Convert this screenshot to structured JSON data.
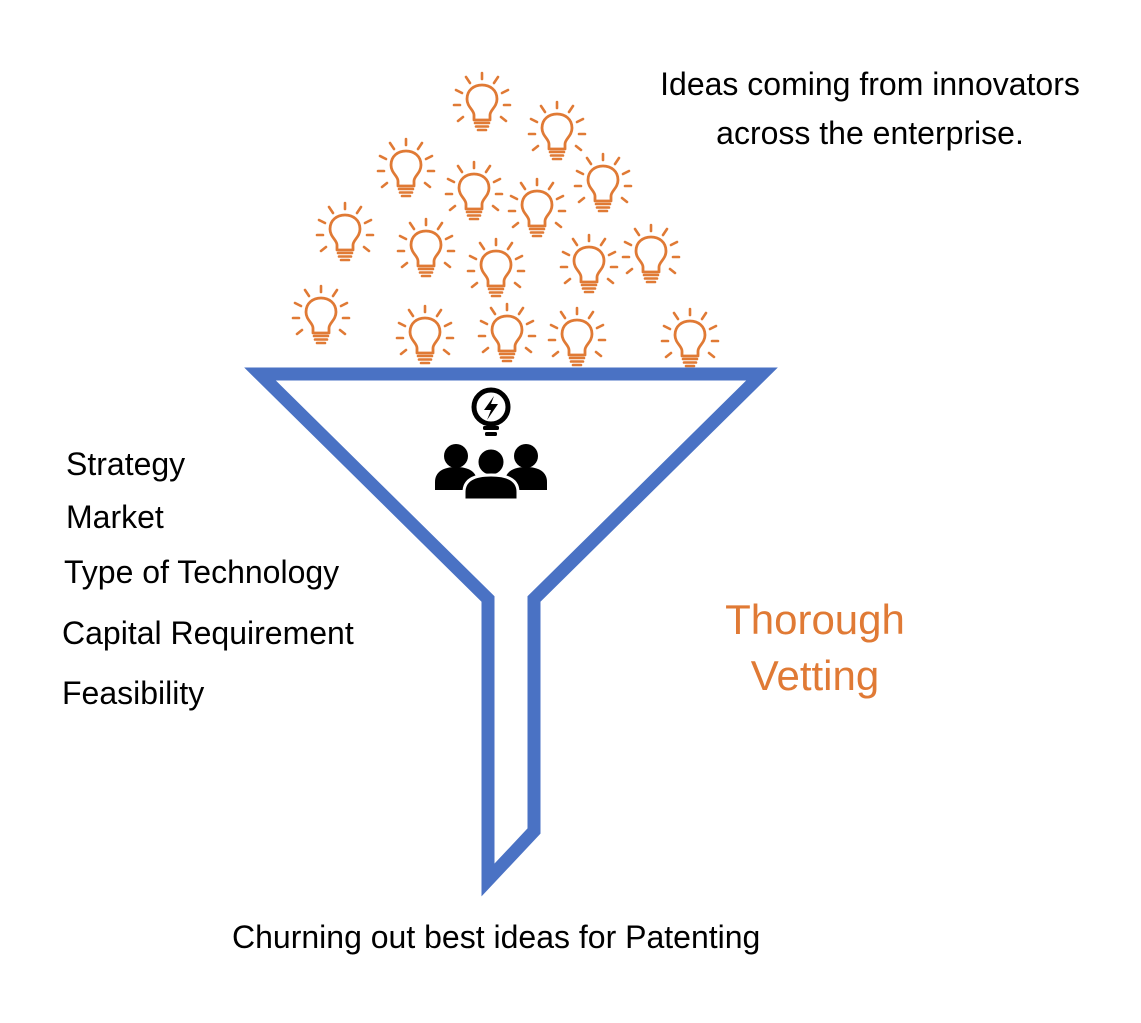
{
  "header_caption": {
    "line1": "Ideas coming from innovators",
    "line2": "across the enterprise."
  },
  "criteria": [
    "Strategy",
    "Market",
    "Type of Technology",
    "Capital Requirement",
    "Feasibility"
  ],
  "vetting_label": {
    "line1": "Thorough",
    "line2": "Vetting"
  },
  "footer_caption": "Churning out best ideas for Patenting",
  "icons": {
    "idea_bulb": "lightbulb-icon",
    "team": "team-with-idea-icon"
  },
  "colors": {
    "funnel": "#4A72C4",
    "bulbs": "#E07A35",
    "vetting_text": "#E07A35",
    "text": "#000000",
    "background": "#FFFFFF"
  }
}
